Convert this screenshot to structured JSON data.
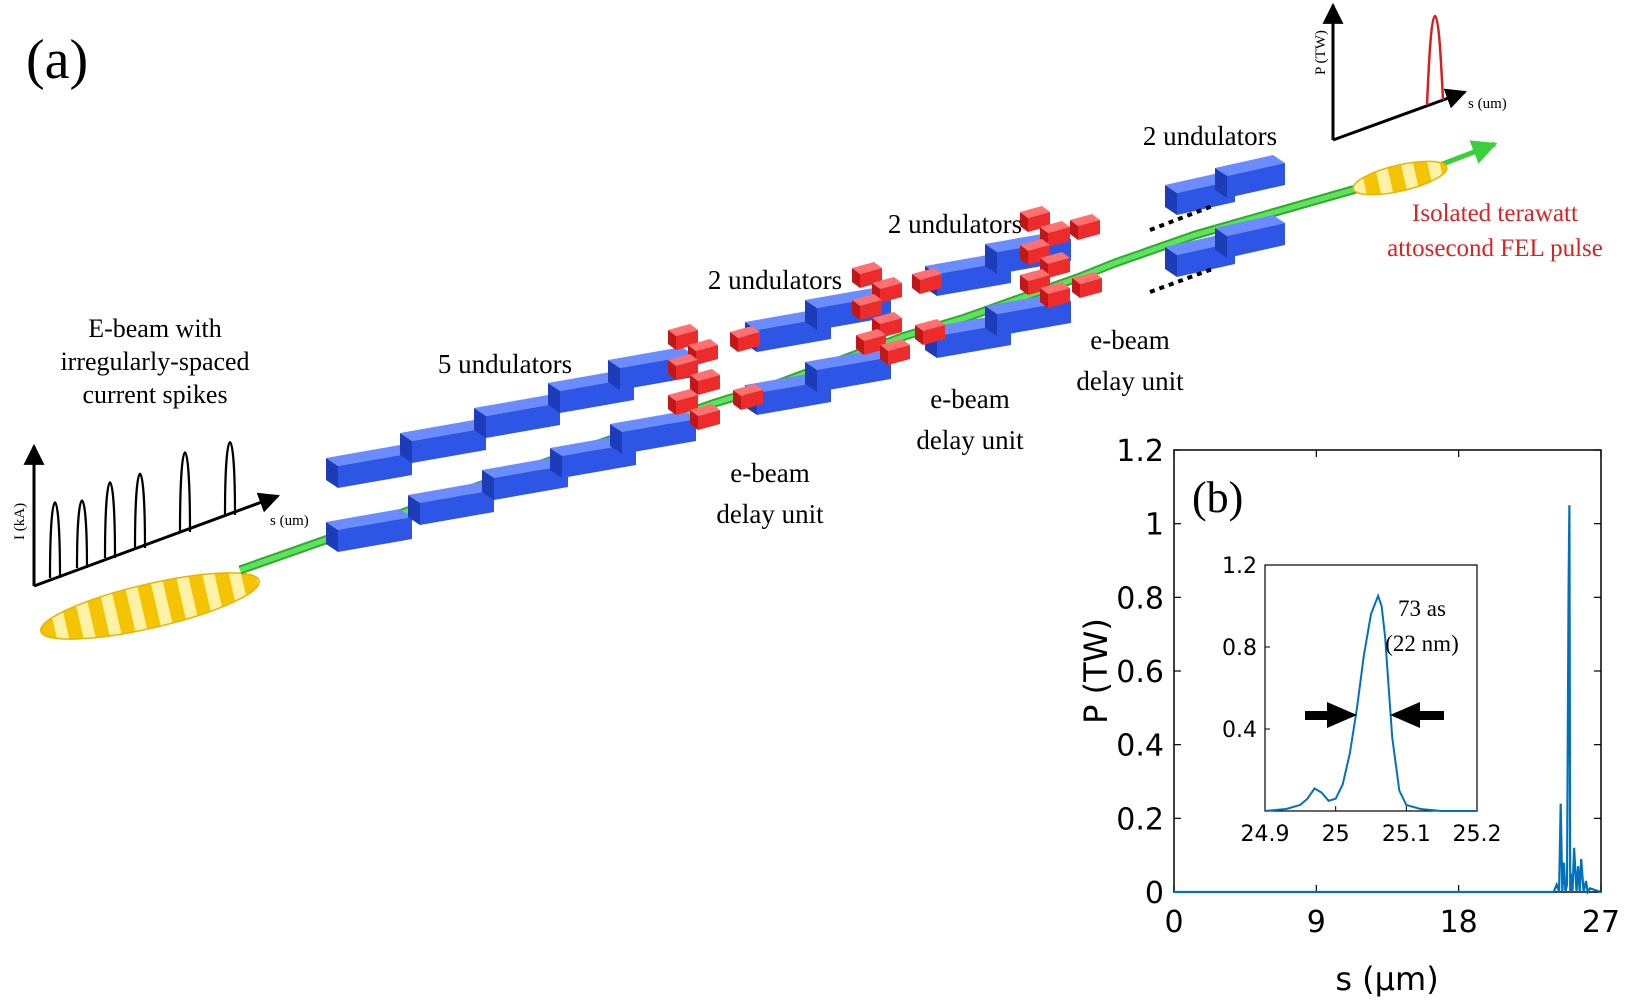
{
  "panel_a": {
    "label": "(a)",
    "ebeam_label": [
      "E-beam with",
      "irregularly-spaced",
      "current spikes"
    ],
    "current_axis": {
      "ylabel": "I (kA)",
      "xlabel": "s (um)"
    },
    "power_axis": {
      "ylabel": "P (TW)",
      "xlabel": "s (um)"
    },
    "sections": [
      {
        "label": "5 undulators"
      },
      {
        "label": "2 undulators"
      },
      {
        "label": "2 undulators"
      },
      {
        "label": "2 undulators"
      }
    ],
    "delay_units": [
      {
        "label": [
          "e-beam",
          "delay unit"
        ]
      },
      {
        "label": [
          "e-beam",
          "delay unit"
        ]
      },
      {
        "label": [
          "e-beam",
          "delay unit"
        ]
      }
    ],
    "output_label": [
      "Isolated terawatt",
      "attosecond FEL pulse"
    ],
    "colors": {
      "undulator": "#2e56e6",
      "delay_magnet": "#ee2b2b",
      "beam": "#4fdc4f",
      "bunch": "#f5c400",
      "output_text": "#e02020",
      "power_pulse": "#d62020"
    }
  },
  "panel_b": {
    "label": "(b)",
    "chart_data": [
      {
        "type": "line",
        "xlabel": "s (μm)",
        "ylabel": "P (TW)",
        "xlim": [
          0,
          27
        ],
        "ylim": [
          0,
          1.2
        ],
        "xticks": [
          "0",
          "9",
          "18",
          "27"
        ],
        "yticks": [
          "0",
          "0.2",
          "0.4",
          "0.6",
          "0.8",
          "1",
          "1.2"
        ],
        "color": "#0072bd",
        "series": [
          {
            "x": [
              0,
              24.0,
              24.2,
              24.35,
              24.45,
              24.55,
              24.65,
              24.75,
              24.85,
              24.95,
              25.0,
              25.05,
              25.1,
              25.2,
              25.3,
              25.45,
              25.55,
              25.65,
              25.75,
              25.9,
              26.05,
              26.15,
              26.3,
              27
            ],
            "y": [
              0,
              0.0,
              0.02,
              0.0,
              0.24,
              0.0,
              0.08,
              0.0,
              0.02,
              0.83,
              1.05,
              0.0,
              0.05,
              0.0,
              0.12,
              0.0,
              0.07,
              0.0,
              0.09,
              0.0,
              0.03,
              0.0,
              0.01,
              0.0
            ]
          }
        ]
      },
      {
        "type": "line",
        "inset": true,
        "xlim": [
          24.9,
          25.2
        ],
        "ylim": [
          0,
          1.2
        ],
        "xticks": [
          "24.9",
          "25",
          "25.1",
          "25.2"
        ],
        "yticks": [
          "0.4",
          "0.8",
          "1.2"
        ],
        "annotation": [
          "73 as",
          "(22 nm)"
        ],
        "color": "#0072bd",
        "series": [
          {
            "x": [
              24.9,
              24.93,
              24.95,
              24.96,
              24.97,
              24.98,
              24.99,
              25.0,
              25.01,
              25.02,
              25.03,
              25.04,
              25.05,
              25.06,
              25.065,
              25.07,
              25.075,
              25.08,
              25.09,
              25.1,
              25.12,
              25.15,
              25.2
            ],
            "y": [
              0.0,
              0.01,
              0.03,
              0.06,
              0.11,
              0.09,
              0.05,
              0.06,
              0.13,
              0.28,
              0.5,
              0.76,
              0.96,
              1.05,
              1.0,
              0.85,
              0.6,
              0.36,
              0.1,
              0.03,
              0.01,
              0.0,
              0.0
            ]
          }
        ]
      }
    ]
  }
}
